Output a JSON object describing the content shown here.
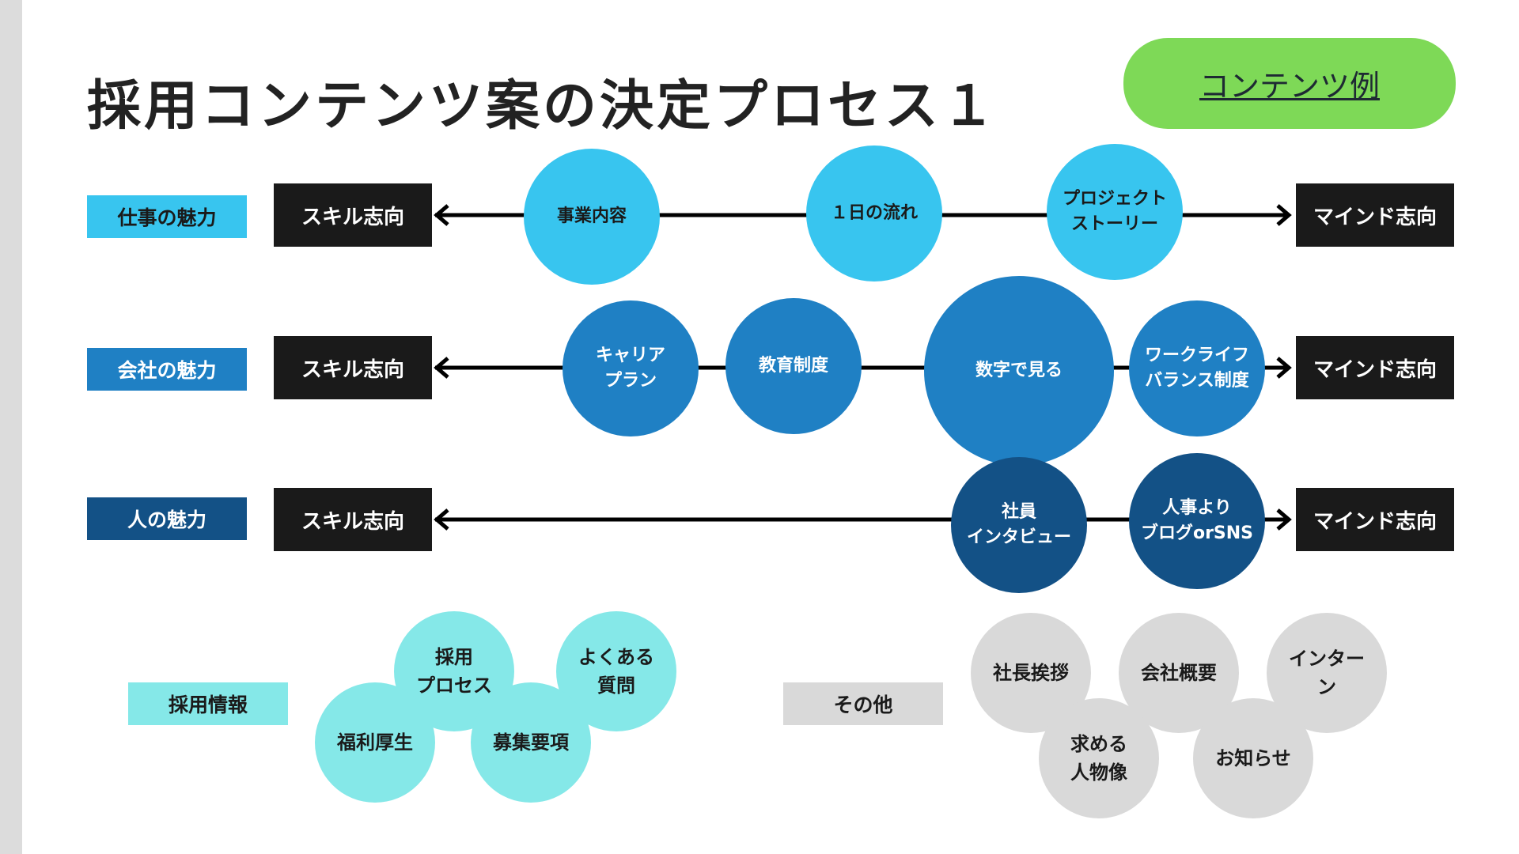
{
  "title": "採用コンテンツ案の決定プロセス１",
  "example_button": {
    "label": "コンテンツ例",
    "bg": "#7ed957",
    "color": "#1e2a33"
  },
  "colors": {
    "end_box_bg": "#1a1a1a",
    "end_box_text": "#ffffff",
    "line": "#000000",
    "work": "#38c5ef",
    "company": "#1f80c4",
    "people": "#135186",
    "recruit": "#85e8e8",
    "other": "#d9d9d9"
  },
  "rows": [
    {
      "label": "仕事の魅力",
      "label_text_color": "#1a1a1a",
      "left_end": "スキル志向",
      "right_end": "マインド志向",
      "circles": [
        {
          "text": "事業内容"
        },
        {
          "text": "１日の流れ"
        },
        {
          "text": "プロジェクト\nストーリー"
        }
      ]
    },
    {
      "label": "会社の魅力",
      "label_text_color": "#ffffff",
      "left_end": "スキル志向",
      "right_end": "マインド志向",
      "circles": [
        {
          "text": "キャリア\nプラン"
        },
        {
          "text": "教育制度"
        },
        {
          "text": "数字で見る"
        },
        {
          "text": "ワークライフ\nバランス制度"
        }
      ]
    },
    {
      "label": "人の魅力",
      "label_text_color": "#ffffff",
      "left_end": "スキル志向",
      "right_end": "マインド志向",
      "circles": [
        {
          "text": "社員\nインタビュー"
        },
        {
          "text": "人事より\nブログorSNS"
        }
      ]
    }
  ],
  "recruit_group": {
    "label": "採用情報",
    "text_color": "#1a1a1a",
    "items": [
      "採用\nプロセス",
      "よくある\n質問",
      "福利厚生",
      "募集要項"
    ]
  },
  "other_group": {
    "label": "その他",
    "text_color": "#1a1a1a",
    "items": [
      "社長挨拶",
      "会社概要",
      "インター\nン",
      "求める\n人物像",
      "お知らせ"
    ]
  }
}
